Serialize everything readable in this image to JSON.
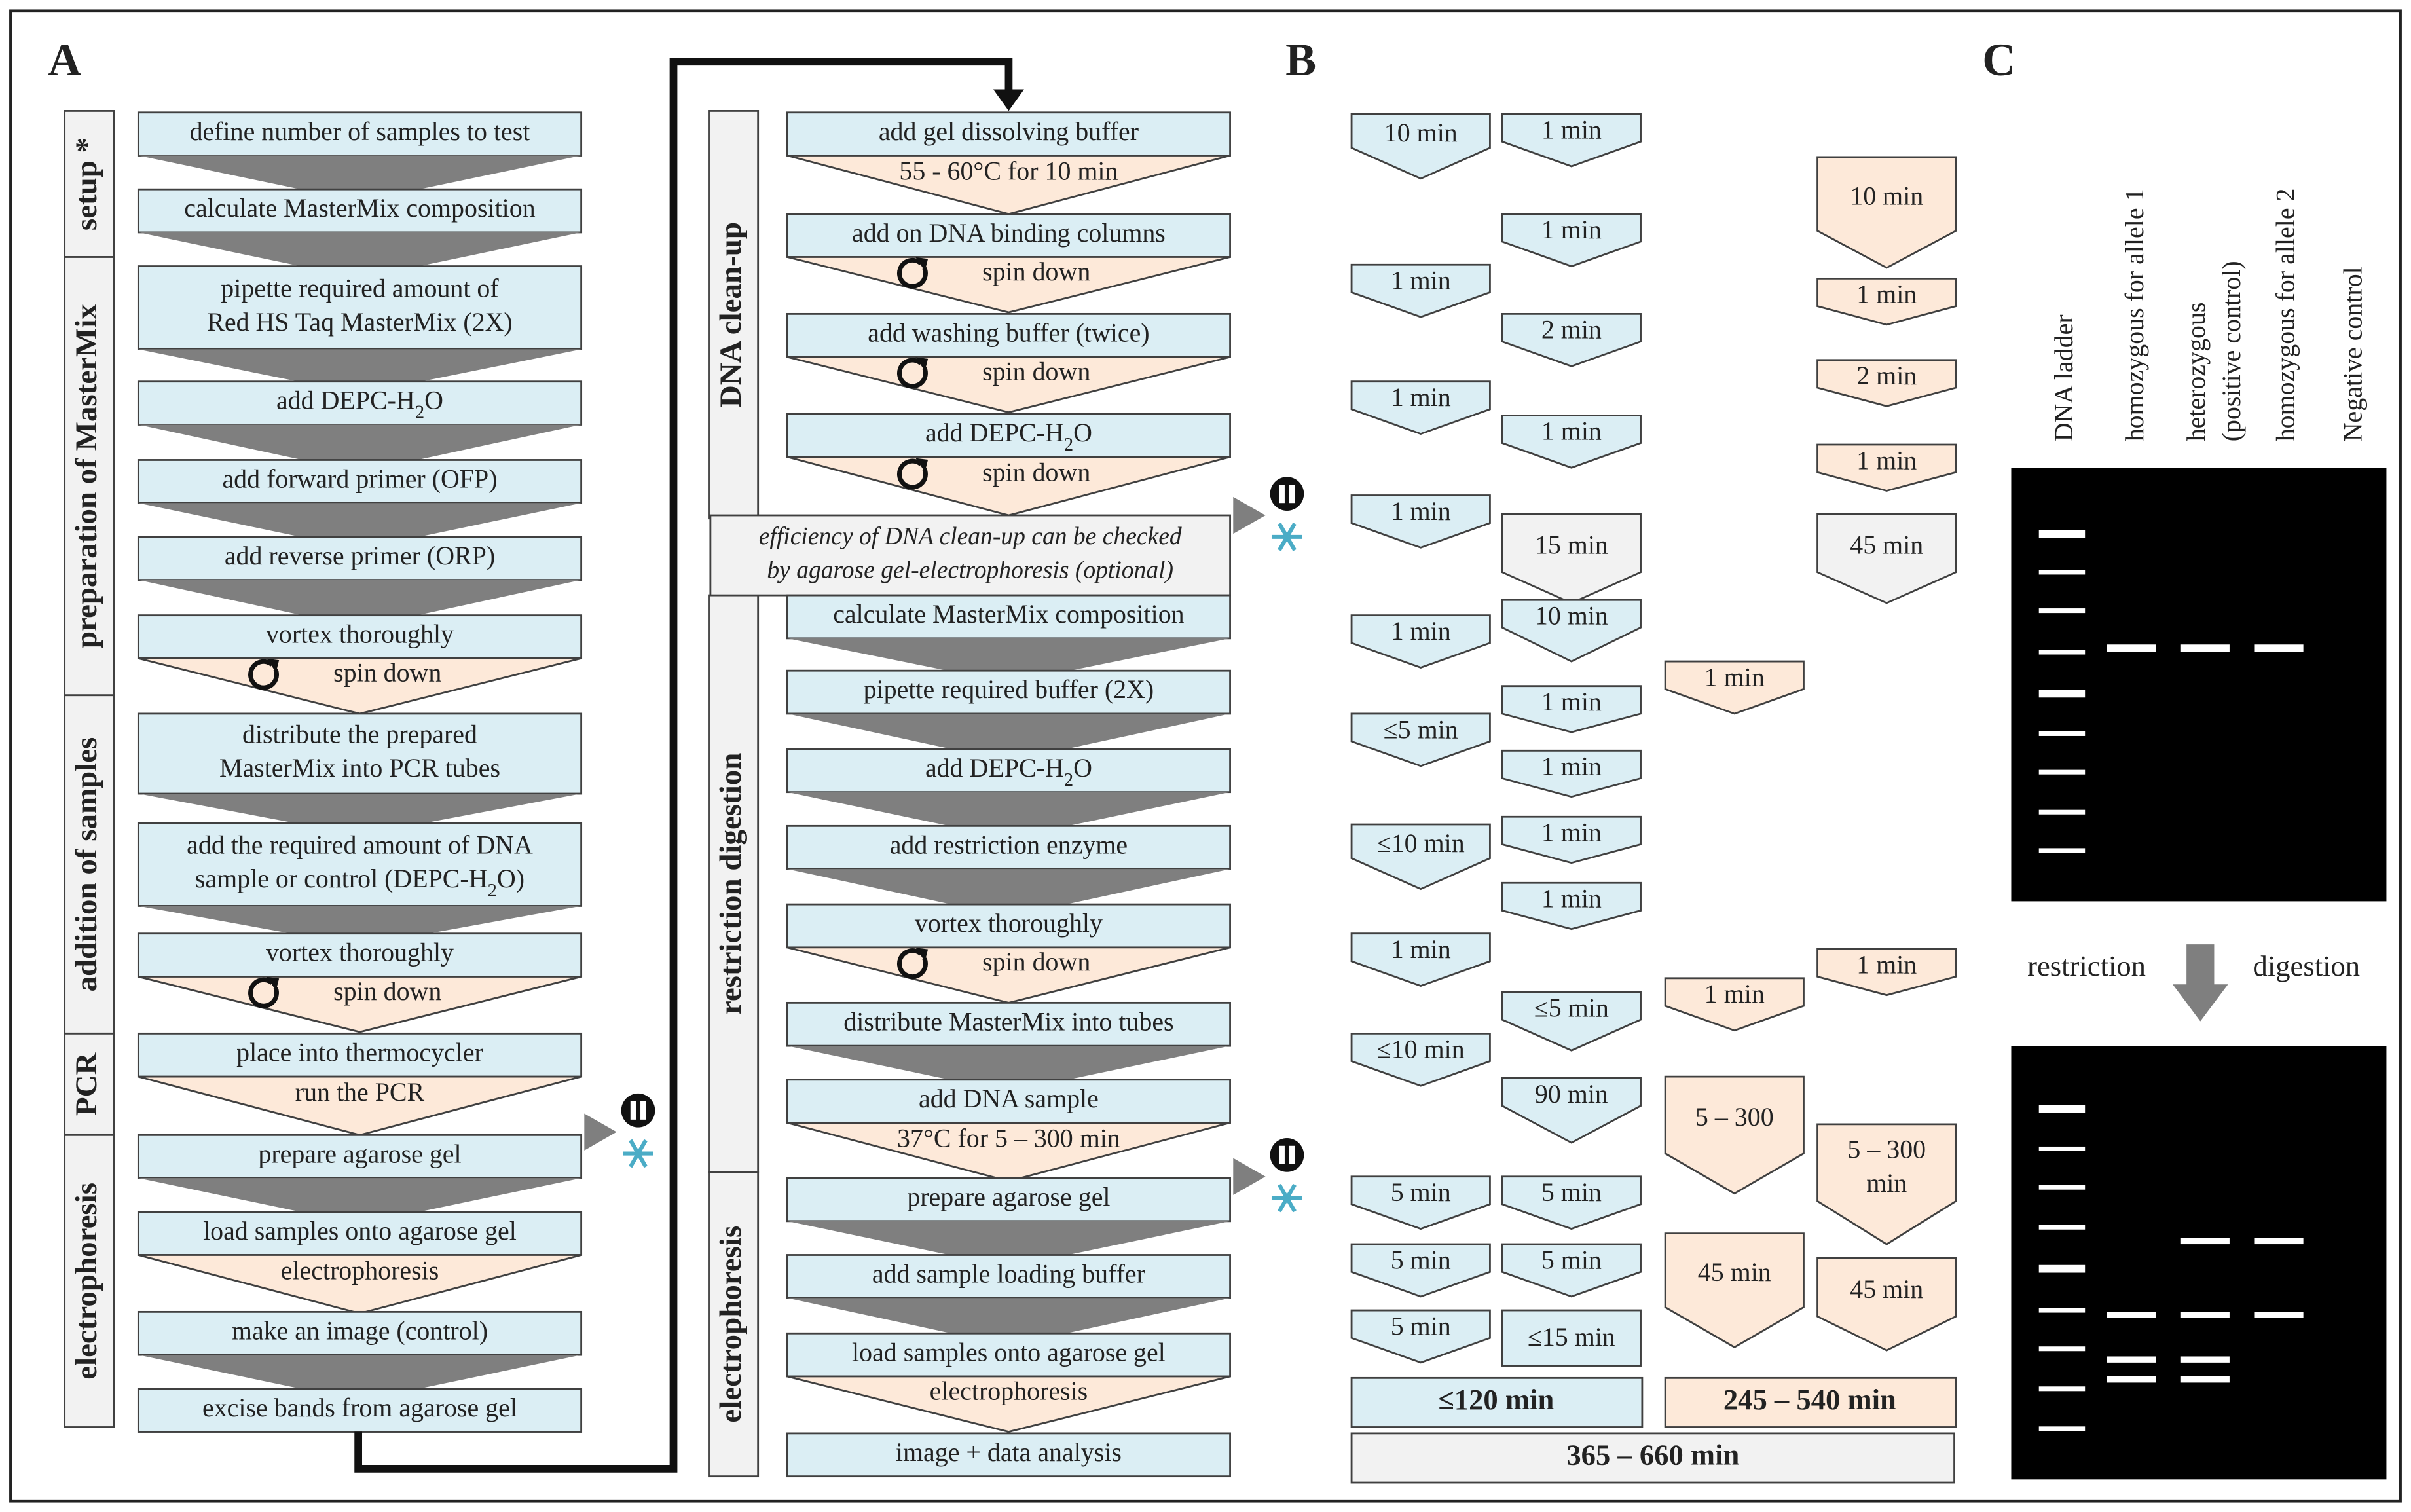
{
  "panel_labels": {
    "a": "A",
    "b": "B",
    "c": "C"
  },
  "phases_a": [
    {
      "label": "setup *"
    },
    {
      "label": "preparation of MasterMix"
    },
    {
      "label": "addition of samples"
    },
    {
      "label": "PCR"
    },
    {
      "label": "electrophoresis"
    }
  ],
  "phases_mid": [
    {
      "label": "DNA clean-up"
    },
    {
      "label": "restriction digestion"
    },
    {
      "label": "electrophoresis"
    }
  ],
  "steps_a": [
    {
      "text": "define number of samples to test"
    },
    {
      "text": "calculate MasterMix composition"
    },
    {
      "text": "pipette required amount of",
      "text2": "Red HS Taq MasterMix (2X)"
    },
    {
      "text": "add DEPC-H2O"
    },
    {
      "text": "add forward primer (OFP)"
    },
    {
      "text": "add reverse primer (ORP)"
    },
    {
      "text": "vortex thoroughly"
    },
    {
      "text": "spin down"
    },
    {
      "text": "distribute the prepared",
      "text2": "MasterMix into PCR tubes"
    },
    {
      "text": "add the required amount of DNA",
      "text2": "sample or control (DEPC-H2O)"
    },
    {
      "text": "vortex thoroughly"
    },
    {
      "text": "spin down"
    },
    {
      "text": "place into thermocycler"
    },
    {
      "text": "run the PCR"
    },
    {
      "text": "prepare agarose gel"
    },
    {
      "text": "load samples onto agarose gel"
    },
    {
      "text": "electrophoresis"
    },
    {
      "text": "make an image (control)"
    },
    {
      "text": "excise bands from agarose gel"
    }
  ],
  "steps_mid": [
    {
      "text": "add gel dissolving buffer"
    },
    {
      "text": "55 - 60°C for 10 min"
    },
    {
      "text": "add on DNA binding columns"
    },
    {
      "text": "spin down"
    },
    {
      "text": "add washing buffer (twice)"
    },
    {
      "text": "spin down"
    },
    {
      "text": "add DEPC-H2O"
    },
    {
      "text": "spin down"
    },
    {
      "text": "efficiency of DNA clean-up can be checked",
      "text2": "by agarose gel-electrophoresis (optional)"
    },
    {
      "text": "calculate MasterMix composition"
    },
    {
      "text": "pipette required buffer (2X)"
    },
    {
      "text": "add DEPC-H2O"
    },
    {
      "text": "add restriction enzyme"
    },
    {
      "text": "vortex thoroughly"
    },
    {
      "text": "spin down"
    },
    {
      "text": "distribute MasterMix into tubes"
    },
    {
      "text": "add DNA sample"
    },
    {
      "text": "37°C for 5 – 300 min"
    },
    {
      "text": "prepare agarose gel"
    },
    {
      "text": "add sample loading buffer"
    },
    {
      "text": "load samples onto agarose gel"
    },
    {
      "text": "electrophoresis"
    },
    {
      "text": "image + data analysis"
    }
  ],
  "times_b": [
    "10 min",
    "1 min",
    "10 min",
    "1 min",
    "1 min",
    "2 min",
    "1 min",
    "2 min",
    "1 min",
    "1 min",
    "1 min",
    "15 min",
    "45 min",
    "1 min",
    "10 min",
    "1 min",
    "≤5 min",
    "1 min",
    "1 min",
    "≤10 min",
    "1 min",
    "1 min",
    "1 min",
    "1 min",
    "1 min",
    "≤5 min",
    "1 min",
    "≤10 min",
    "90 min",
    "5 – 300",
    "min",
    "5 min",
    "5 min",
    "5 min",
    "5 min",
    "45 min",
    "45 min",
    "5 min",
    "≤15 min"
  ],
  "totals_b": {
    "blue": "≤120 min",
    "orange": "245 – 540 min",
    "grand": "365 – 660 min"
  },
  "gel_c": {
    "lanes": [
      "DNA ladder",
      "homozygous for allele 1",
      "heterozygous",
      "(positive control)",
      "homozygous for allele 2",
      "Negative control"
    ],
    "arrow_left": "restriction",
    "arrow_right": "digestion"
  },
  "colors": {
    "blue": "#dbeef4",
    "orange": "#fde9d9",
    "grey_box": "#f2f2f2",
    "chevron": "#7f7f7f",
    "border": "#404040"
  },
  "icons": [
    "spin-icon",
    "pause-icon",
    "snowflake-icon",
    "arrow-down-icon"
  ]
}
